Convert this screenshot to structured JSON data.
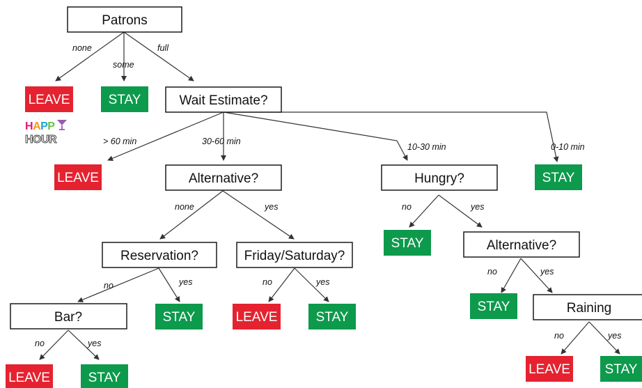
{
  "colors": {
    "leave": "#e52230",
    "stay": "#0d9a4c",
    "box_stroke": "#1a1a1a",
    "edge": "#333333"
  },
  "nodes": {
    "patrons": "Patrons",
    "wait_estimate": "Wait Estimate?",
    "alternative_1": "Alternative?",
    "hungry": "Hungry?",
    "reservation": "Reservation?",
    "friday_saturday": "Friday/Saturday?",
    "alternative_2": "Alternative?",
    "bar": "Bar?",
    "raining": "Raining"
  },
  "leaves": {
    "leave": "LEAVE",
    "stay": "STAY"
  },
  "edges": {
    "none": "none",
    "some": "some",
    "full": "full",
    "over_60": "> 60 min",
    "m30_60": "30-60 min",
    "m10_30": "10-30 min",
    "m0_10": "0-10 min",
    "yes": "yes",
    "no": "no"
  },
  "happy_hour": {
    "line1": "HAPPY",
    "line2": "HOUR",
    "icon": "cocktail-glass-icon"
  }
}
